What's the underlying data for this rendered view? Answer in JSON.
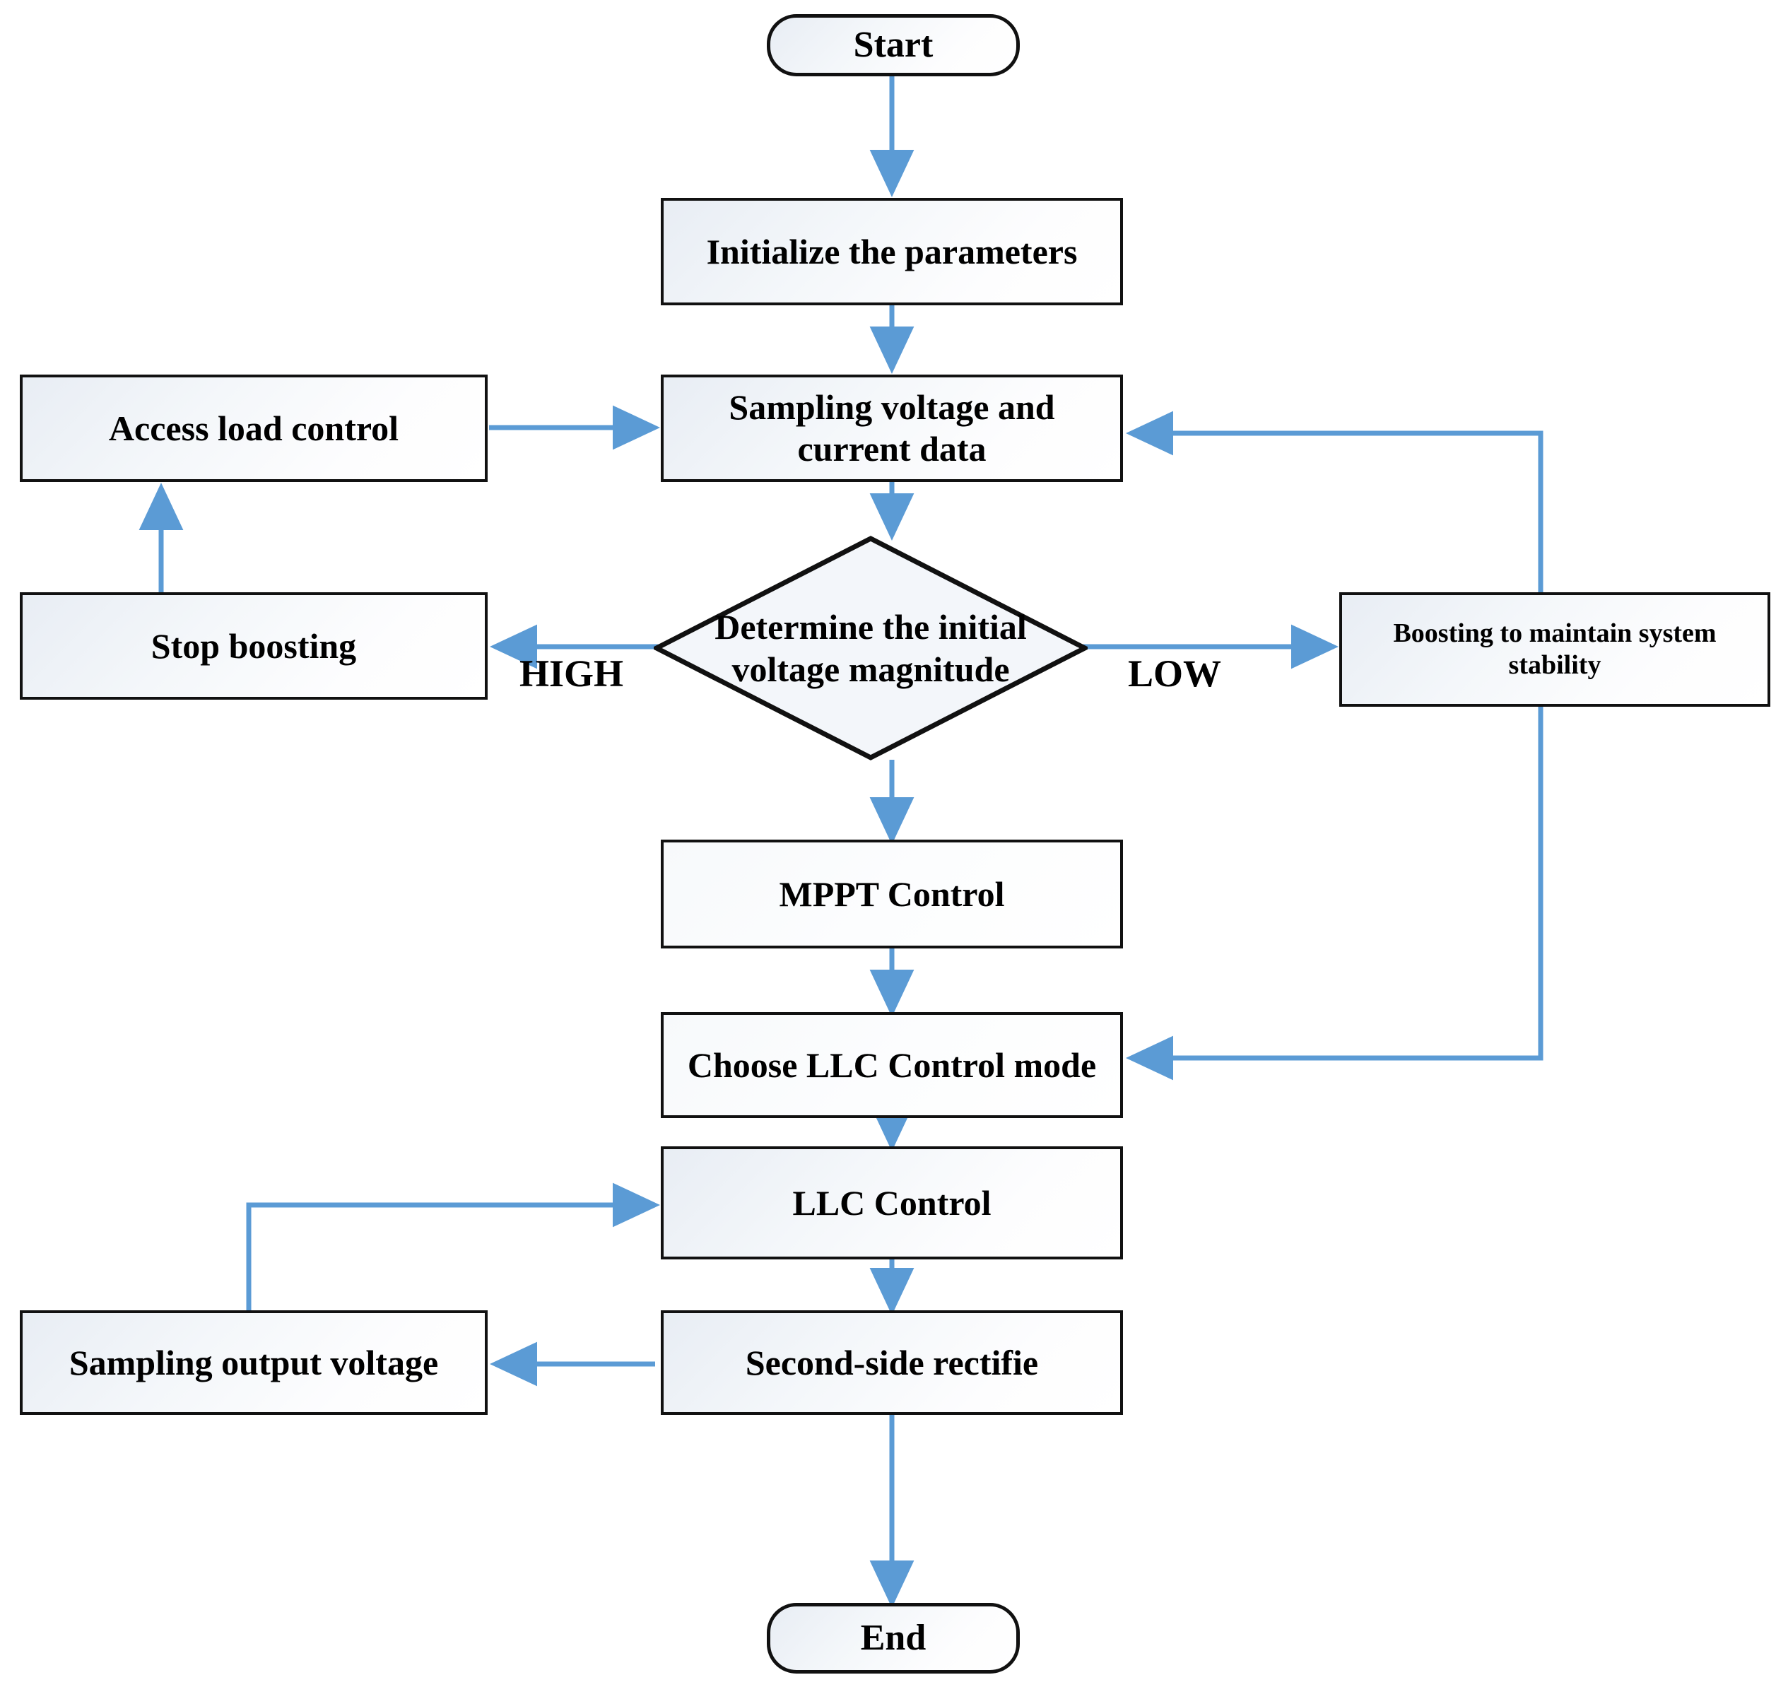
{
  "diagram": {
    "title": "PV LLC converter control flowchart",
    "accent_color": "#5B9BD5",
    "node_border_color": "#111111",
    "node_fill_from": "#e8edf4",
    "node_fill_to": "#ffffff",
    "background": "#ffffff"
  },
  "nodes": {
    "start": {
      "label": "Start",
      "shape": "terminator"
    },
    "initialize": {
      "label": "Initialize the parameters",
      "shape": "process"
    },
    "access_load_control": {
      "label": "Access load control",
      "shape": "process"
    },
    "sampling_vi": {
      "label": "Sampling voltage and current data",
      "line1": "Sampling voltage and",
      "line2": "current data",
      "shape": "process"
    },
    "stop_boosting": {
      "label": "Stop boosting",
      "shape": "process"
    },
    "decision": {
      "label": "Determine the initial voltage magnitude",
      "line1": "Determine the initial",
      "line2": "voltage magnitude",
      "shape": "decision"
    },
    "boosting": {
      "label": "Boosting to maintain system stability",
      "line1": "Boosting to maintain system",
      "line2": "stability",
      "shape": "process"
    },
    "mppt": {
      "label": "MPPT Control",
      "shape": "process"
    },
    "choose_llc": {
      "label": "Choose LLC Control mode",
      "shape": "process"
    },
    "llc_control": {
      "label": "LLC Control",
      "shape": "process"
    },
    "sampling_output": {
      "label": "Sampling output voltage",
      "shape": "process"
    },
    "rectifier": {
      "label": "Second-side rectifie",
      "shape": "process"
    },
    "end": {
      "label": "End",
      "shape": "terminator"
    }
  },
  "edge_labels": {
    "high": "HIGH",
    "low": "LOW"
  },
  "edges": [
    {
      "from": "start",
      "to": "initialize",
      "label": ""
    },
    {
      "from": "initialize",
      "to": "sampling_vi",
      "label": ""
    },
    {
      "from": "access_load_control",
      "to": "sampling_vi",
      "label": ""
    },
    {
      "from": "sampling_vi",
      "to": "decision",
      "label": ""
    },
    {
      "from": "decision",
      "to": "stop_boosting",
      "label": "HIGH"
    },
    {
      "from": "decision",
      "to": "boosting",
      "label": "LOW"
    },
    {
      "from": "stop_boosting",
      "to": "access_load_control",
      "label": ""
    },
    {
      "from": "boosting",
      "to": "sampling_vi",
      "label": ""
    },
    {
      "from": "boosting",
      "to": "choose_llc",
      "label": ""
    },
    {
      "from": "decision",
      "to": "mppt",
      "label": ""
    },
    {
      "from": "mppt",
      "to": "choose_llc",
      "label": ""
    },
    {
      "from": "choose_llc",
      "to": "llc_control",
      "label": ""
    },
    {
      "from": "llc_control",
      "to": "rectifier",
      "label": ""
    },
    {
      "from": "rectifier",
      "to": "sampling_output",
      "label": ""
    },
    {
      "from": "sampling_output",
      "to": "llc_control",
      "label": ""
    },
    {
      "from": "rectifier",
      "to": "end",
      "label": ""
    }
  ]
}
